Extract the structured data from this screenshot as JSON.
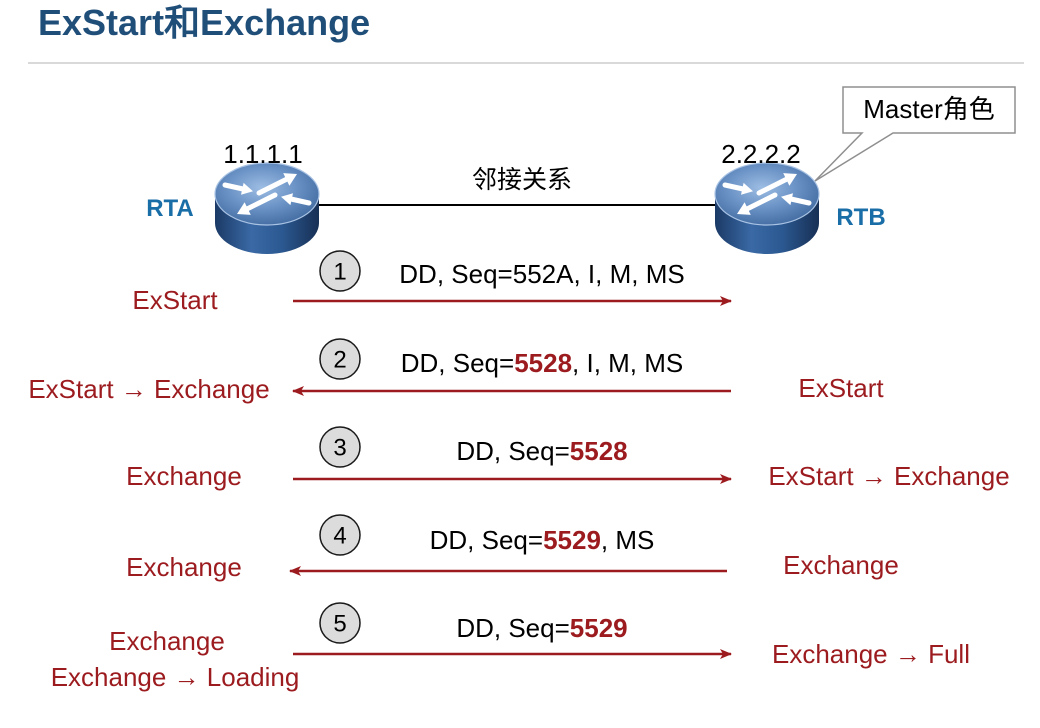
{
  "title": "ExStart和Exchange",
  "colors": {
    "title": "#1f4e79",
    "router_label": "#1a6ea8",
    "state_text": "#9c1b1f",
    "arrow": "#9c1b1f",
    "seq_highlight": "#9c1b1f",
    "circle_fill": "#dcdcdc",
    "divider": "#d9d9d9"
  },
  "callout": {
    "text": "Master角色"
  },
  "routers": [
    {
      "name": "RTA",
      "router_id": "1.1.1.1",
      "icon": "router-icon"
    },
    {
      "name": "RTB",
      "router_id": "2.2.2.2",
      "icon": "router-icon"
    }
  ],
  "link_label": "邻接关系",
  "steps": [
    {
      "number": "1",
      "from": "RTA",
      "message": {
        "prefix": "DD, Seq=",
        "seq": "552A",
        "suffix": ", I, M, MS",
        "seq_highlighted": false
      },
      "rta_state": [
        "ExStart"
      ],
      "rtb_state": []
    },
    {
      "number": "2",
      "from": "RTB",
      "message": {
        "prefix": "DD, Seq=",
        "seq": "5528",
        "suffix": ", I, M, MS",
        "seq_highlighted": true
      },
      "rta_state": [
        "ExStart → Exchange"
      ],
      "rtb_state": [
        "ExStart"
      ]
    },
    {
      "number": "3",
      "from": "RTA",
      "message": {
        "prefix": "DD, Seq=",
        "seq": "5528",
        "seq_highlighted": true
      },
      "rta_state": [
        "Exchange"
      ],
      "rtb_state": [
        "ExStart → Exchange"
      ]
    },
    {
      "number": "4",
      "from": "RTB",
      "message": {
        "prefix": "DD, Seq=",
        "seq": "5529",
        "suffix": ", MS",
        "seq_highlighted": true
      },
      "rta_state": [
        "Exchange"
      ],
      "rtb_state": [
        "Exchange"
      ]
    },
    {
      "number": "5",
      "from": "RTA",
      "message": {
        "prefix": "DD, Seq=",
        "seq": "5529",
        "seq_highlighted": true
      },
      "rta_state": [
        "Exchange",
        "Exchange → Loading"
      ],
      "rtb_state": [
        "Exchange → Full"
      ]
    }
  ]
}
